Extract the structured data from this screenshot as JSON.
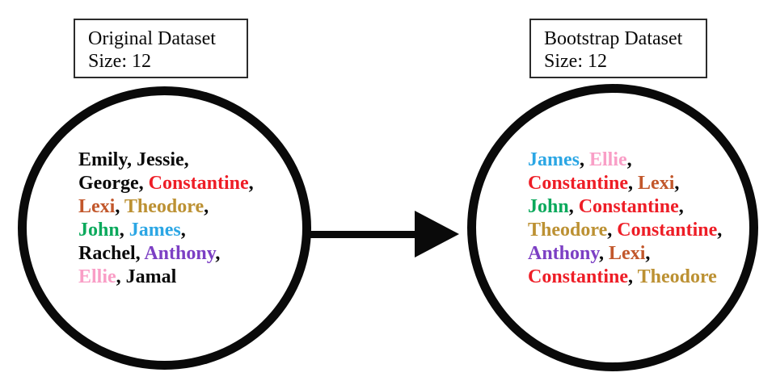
{
  "colors": {
    "black": "#0a0a0a",
    "red": "#ee1d26",
    "chocolate": "#c2572b",
    "goldenrod": "#bc9133",
    "green": "#0ba95c",
    "blue": "#2ba6e4",
    "purple": "#7c3fc4",
    "pink": "#f99ec6"
  },
  "left_label": {
    "title": "Original Dataset",
    "size_line": "Size: 12"
  },
  "right_label": {
    "title": "Bootstrap Dataset",
    "size_line": "Size: 12"
  },
  "original_dataset": {
    "lines": [
      [
        {
          "t": "Emily, Jessie,",
          "c": "black"
        }
      ],
      [
        {
          "t": "George, ",
          "c": "black"
        },
        {
          "t": "Constantine",
          "c": "red"
        },
        {
          "t": ",",
          "c": "black"
        }
      ],
      [
        {
          "t": "Lexi",
          "c": "chocolate"
        },
        {
          "t": ", ",
          "c": "black"
        },
        {
          "t": "Theodore",
          "c": "goldenrod"
        },
        {
          "t": ",",
          "c": "black"
        }
      ],
      [
        {
          "t": "John",
          "c": "green"
        },
        {
          "t": ", ",
          "c": "black"
        },
        {
          "t": "James",
          "c": "blue"
        },
        {
          "t": ",",
          "c": "black"
        }
      ],
      [
        {
          "t": "Rachel, ",
          "c": "black"
        },
        {
          "t": "Anthony",
          "c": "purple"
        },
        {
          "t": ",",
          "c": "black"
        }
      ],
      [
        {
          "t": "Ellie",
          "c": "pink"
        },
        {
          "t": ", Jamal",
          "c": "black"
        }
      ]
    ]
  },
  "bootstrap_dataset": {
    "lines": [
      [
        {
          "t": "James",
          "c": "blue"
        },
        {
          "t": ", ",
          "c": "black"
        },
        {
          "t": "Ellie",
          "c": "pink"
        },
        {
          "t": ",",
          "c": "black"
        }
      ],
      [
        {
          "t": "Constantine",
          "c": "red"
        },
        {
          "t": ", ",
          "c": "black"
        },
        {
          "t": "Lexi",
          "c": "chocolate"
        },
        {
          "t": ",",
          "c": "black"
        }
      ],
      [
        {
          "t": "John",
          "c": "green"
        },
        {
          "t": ", ",
          "c": "black"
        },
        {
          "t": "Constantine",
          "c": "red"
        },
        {
          "t": ",",
          "c": "black"
        }
      ],
      [
        {
          "t": "Theodore",
          "c": "goldenrod"
        },
        {
          "t": ", ",
          "c": "black"
        },
        {
          "t": "Constantine",
          "c": "red"
        },
        {
          "t": ",",
          "c": "black"
        }
      ],
      [
        {
          "t": "Anthony",
          "c": "purple"
        },
        {
          "t": ", ",
          "c": "black"
        },
        {
          "t": "Lexi",
          "c": "chocolate"
        },
        {
          "t": ",",
          "c": "black"
        }
      ],
      [
        {
          "t": "Constantine",
          "c": "red"
        },
        {
          "t": ", ",
          "c": "black"
        },
        {
          "t": "Theodore",
          "c": "goldenrod"
        }
      ]
    ]
  }
}
